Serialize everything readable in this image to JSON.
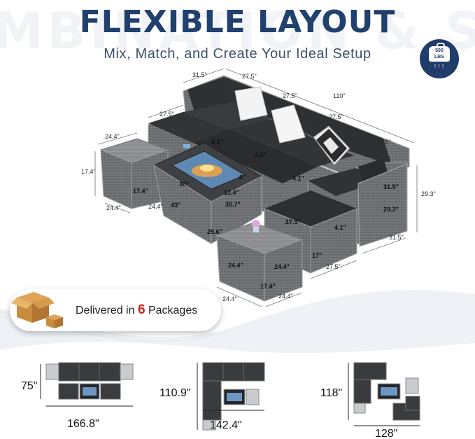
{
  "background_word": "MBINATION & S",
  "title": "FLEXIBLE LAYOUT",
  "subtitle": "Mix, Match, and Create Your Ideal Setup",
  "badge": {
    "weight": "500",
    "unit": "LBS",
    "arrows": "↑↑↑",
    "icon": "weight-capacity-icon"
  },
  "dimensions": {
    "top_depth": "31.5\"",
    "back_seg_1": "27.5\"",
    "back_seg_2": "27.5\"",
    "back_seg_3": "27.5\"",
    "back_seg_4": "27.5\"",
    "overall_length": "110\"",
    "left_width": "27.5\"",
    "left_side": "24.4\"",
    "end_table_height": "17.4\"",
    "end_table_top": "17.4\"",
    "end_table_depth_1": "24.4\"",
    "end_table_depth_2": "24.4\"",
    "seat_height_1": "4.1\"",
    "seat_height_2": "4.1\"",
    "seat_height_3": "4.1\"",
    "seat_height_4": "4.1\"",
    "fire_inner_w": "30\"",
    "fire_inner_d": "13.4\"",
    "fire_h": "6\"",
    "table_length": "43\"",
    "table_width": "30.7\"",
    "table_height": "25.6\"",
    "chaise_depth": "31.5\"",
    "chaise_height": "29.3\"",
    "chaise_arm": "29.3\"",
    "chaise_bottom": "31.5\"",
    "ottoman_w": "27.5\"",
    "ottoman_h": "17\"",
    "ottoman_bottom": "27.5\"",
    "table2_w": "24.4\"",
    "table2_d": "24.4\"",
    "table2_h": "17.4\"",
    "table2_bottom_l": "24.4\"",
    "table2_bottom_r": "24.4\""
  },
  "delivery": {
    "prefix": "Delivered in ",
    "count": "6",
    "suffix": " Packages",
    "icon": "cardboard-box-icon"
  },
  "layouts": [
    {
      "height": "75\"",
      "width": "166.8\""
    },
    {
      "height": "110.9\"",
      "width": "142.4\""
    },
    {
      "height": "118\"",
      "width": "128\""
    }
  ],
  "colors": {
    "title": "#20406e",
    "accent_red": "#d0271d",
    "cushion": "#2f3032",
    "wicker": "#6d6f72",
    "badge": "#203c6a"
  }
}
